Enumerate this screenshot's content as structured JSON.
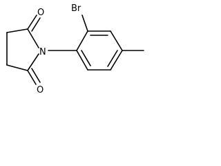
{
  "diagram": {
    "kind": "skeletal-structure",
    "atoms": {
      "bromine": "Br",
      "nitrogen": "N",
      "oxygen_top": "O",
      "oxygen_bottom": "O"
    },
    "colors": {
      "bond": "#000000",
      "label": "#000000",
      "background": "#ffffff"
    }
  }
}
